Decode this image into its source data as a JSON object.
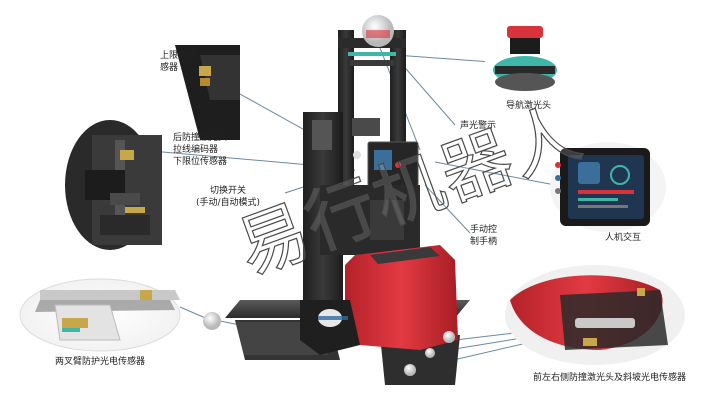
{
  "labels": {
    "upper_limit_sensor": [
      "上限位传",
      "感器"
    ],
    "rear_group": [
      "后防撞激光头",
      "拉线编码器",
      "下限位传感器"
    ],
    "mode_switch": [
      "切换开关",
      "(手动/自动模式)"
    ],
    "nav_laser": "导航激光头",
    "sound_light_alarm": "声光警示",
    "hmi": "人机交互",
    "manual_handle": [
      "手动控",
      "制手柄"
    ],
    "fork_sensor": "两叉臂防护光电传感器",
    "front_side_sensors": "前左右侧防撞激光头及斜坡光电传感器"
  },
  "watermark": "易行机器人",
  "colors": {
    "body_red": "#d8323a",
    "frame_dark": "#2b2b2b",
    "accent_teal": "#3fb6a8",
    "leader_line": "#6a8aa0"
  }
}
